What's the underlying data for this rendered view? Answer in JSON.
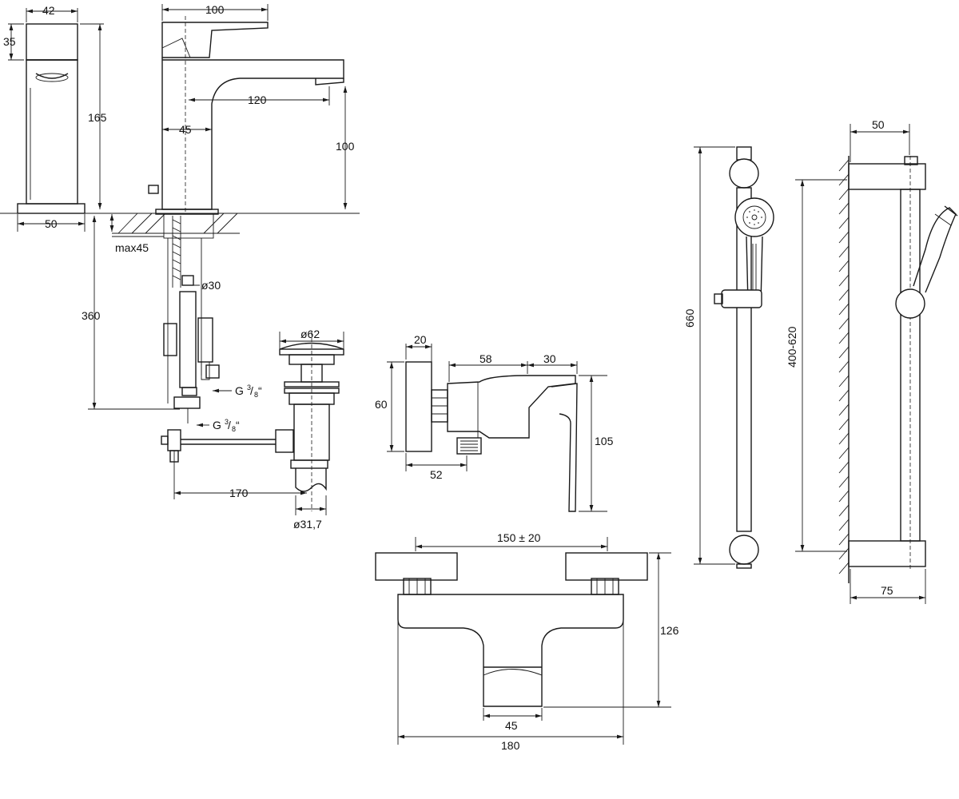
{
  "dimensions": {
    "d42": "42",
    "d35": "35",
    "d100top": "100",
    "d165": "165",
    "d120": "120",
    "d45a": "45",
    "d100v": "100",
    "d50a": "50",
    "max45": "max45",
    "d360": "360",
    "o30": "ø30",
    "o62": "ø62",
    "g38a": "G",
    "g38b": "G",
    "frac3": "3",
    "frac8": "8",
    "frac_mark": "“",
    "d170": "170",
    "o317": "ø31,7",
    "d20": "20",
    "d58": "58",
    "d30": "30",
    "d60": "60",
    "d105": "105",
    "d52": "52",
    "d150": "150 ± 20",
    "d126": "126",
    "d45b": "45",
    "d180": "180",
    "d660": "660",
    "d400": "400-620",
    "d50b": "50",
    "d75": "75"
  },
  "colors": {
    "line": "#1a1a1a",
    "background": "#ffffff"
  }
}
